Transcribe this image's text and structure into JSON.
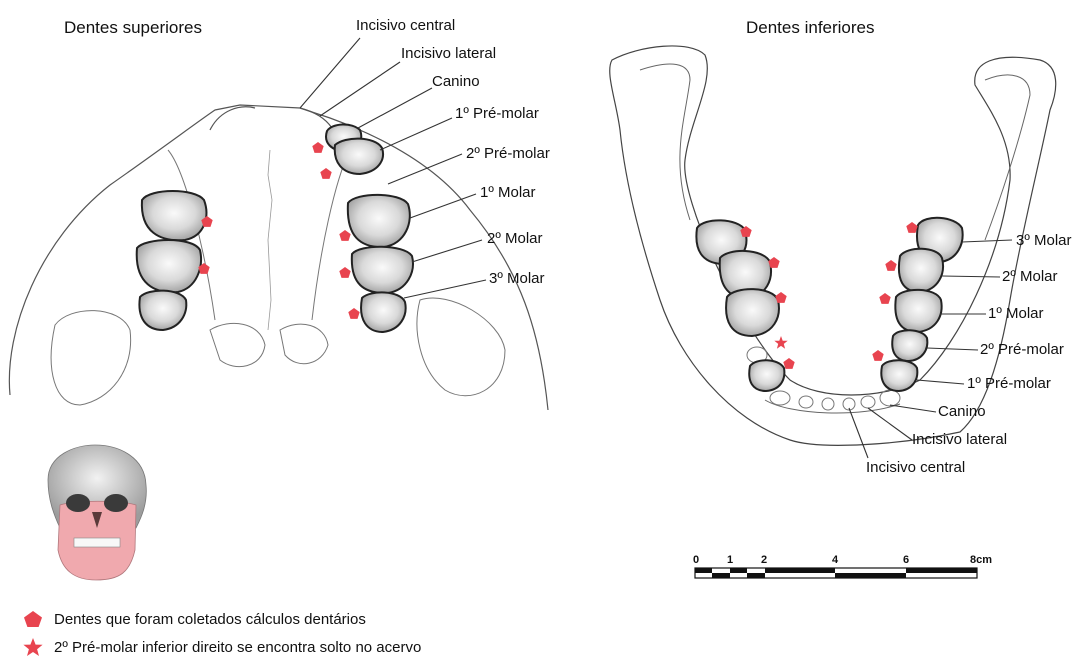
{
  "colors": {
    "marker": "#e8444f",
    "outline": "#222222",
    "thin_line": "#555555",
    "tooth_fill": "#e6e6e6",
    "skull_bone": "#cfcfcf",
    "skull_highlight": "#f0a9ae"
  },
  "upper": {
    "title": "Dentes superiores",
    "labels": {
      "incisivo_central": "Incisivo central",
      "incisivo_lateral": "Incisivo lateral",
      "canino": "Canino",
      "pre_molar_1": "1º Pré-molar",
      "pre_molar_2": "2º Pré-molar",
      "molar_1": "1º Molar",
      "molar_2": "2º Molar",
      "molar_3": "3º Molar"
    }
  },
  "lower": {
    "title": "Dentes inferiores",
    "labels": {
      "molar_3": "3º Molar",
      "molar_2": "2º Molar",
      "molar_1": "1º Molar",
      "pre_molar_2": "2º Pré-molar",
      "pre_molar_1": "1º Pré-molar",
      "canino": "Canino",
      "incisivo_lateral": "Incisivo lateral",
      "incisivo_central": "Incisivo central"
    }
  },
  "scale_bar": {
    "ticks": [
      "0",
      "1",
      "2",
      "4",
      "6",
      "8cm"
    ]
  },
  "legend": {
    "pentagon_text": "Dentes que foram coletados cálculos dentários",
    "star_text": "2º Pré-molar inferior direito se encontra solto no acervo",
    "pentagon_icon": "red-pentagon-icon",
    "star_icon": "red-star-icon"
  }
}
